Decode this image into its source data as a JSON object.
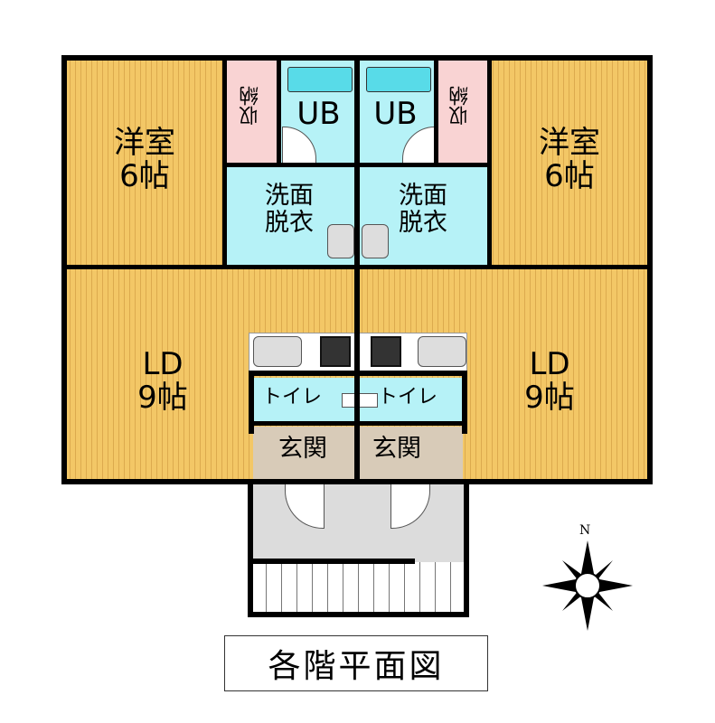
{
  "title": "各階平面図",
  "compass": {
    "north_label": "N"
  },
  "rooms": {
    "western_left": {
      "name": "洋室",
      "size": "6帖"
    },
    "western_right": {
      "name": "洋室",
      "size": "6帖"
    },
    "storage_left": "収納",
    "storage_right": "収納",
    "bath_left": "UB",
    "bath_right": "UB",
    "washroom_left": {
      "line1": "洗面",
      "line2": "脱衣"
    },
    "washroom_right": {
      "line1": "洗面",
      "line2": "脱衣"
    },
    "ld_left": {
      "name": "LD",
      "size": "9帖"
    },
    "ld_right": {
      "name": "LD",
      "size": "9帖"
    },
    "toilet_left": "トイレ",
    "toilet_right": "トイレ",
    "entrance_left": "玄関",
    "entrance_right": "玄関"
  },
  "colors": {
    "wood": "#f3c766",
    "wet": "#b6f2f7",
    "storage": "#f9d3d3",
    "common": "#dcdcdc"
  }
}
